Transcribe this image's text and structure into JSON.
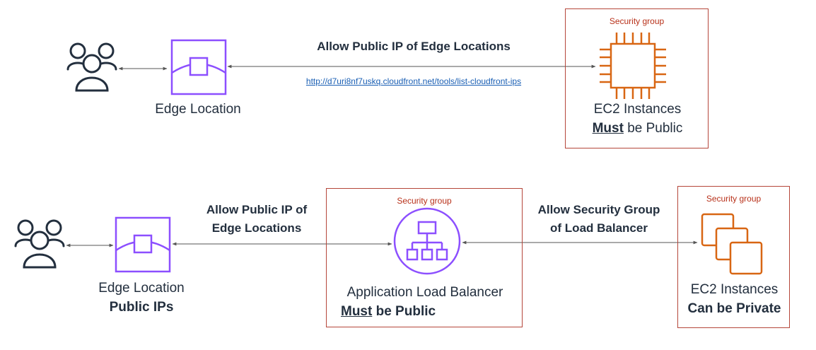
{
  "top": {
    "edge_caption": "Edge Location",
    "rule_text": "Allow Public IP of Edge Locations",
    "link_text": "http://d7uri8nf7uskq.cloudfront.net/tools/list-cloudfront-ips",
    "sg_label": "Security group",
    "ec2_caption": "EC2 Instances",
    "ec2_must": "Must",
    "ec2_rest": " be Public"
  },
  "bottom": {
    "edge_caption": "Edge Location",
    "edge_sub": "Public IPs",
    "rule1_line1": "Allow Public IP of",
    "rule1_line2": "Edge Locations",
    "alb_sg_label": "Security group",
    "alb_caption": "Application Load Balancer",
    "alb_must": "Must",
    "alb_rest": " be Public",
    "rule2_line1": "Allow Security Group",
    "rule2_line2": "of Load Balancer",
    "ec2_sg_label": "Security group",
    "ec2_caption": "EC2 Instances",
    "ec2_sub": "Can be Private"
  },
  "colors": {
    "edge_purple": "#8c4fff",
    "ec2_orange": "#d86613",
    "sg_border": "#b5463a",
    "sg_text": "#b8311a",
    "link_blue": "#1a5fb4",
    "text_dark": "#232f3e"
  }
}
